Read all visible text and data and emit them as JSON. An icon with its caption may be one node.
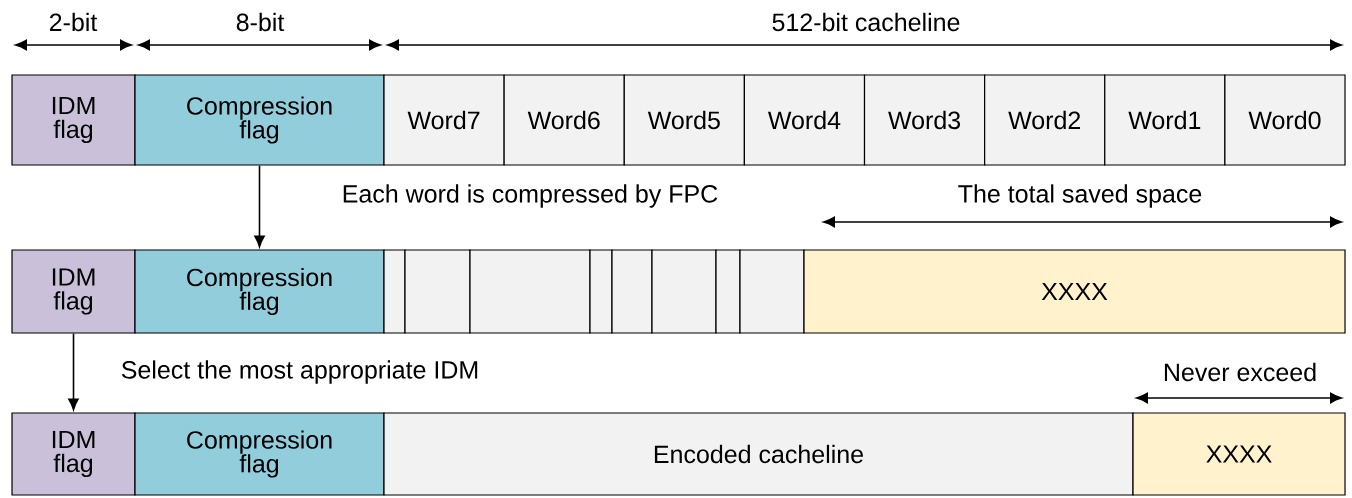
{
  "diagram": {
    "nodes": [
      {
        "text": [
          "IDM flag"
        ]
      },
      {
        "text": [
          "Compression flag"
        ]
      },
      {
        "text": [
          "Word7"
        ]
      },
      {
        "text": [
          "Word6"
        ]
      },
      {
        "text": [
          "Word5"
        ]
      },
      {
        "text": [
          "Word4"
        ]
      },
      {
        "text": [
          "Word3"
        ]
      },
      {
        "text": [
          "Word2"
        ]
      },
      {
        "text": [
          "Word1"
        ]
      },
      {
        "text": [
          "Word0"
        ]
      },
      {
        "text": [
          "IDM flag"
        ]
      },
      {
        "text": [
          "Compression flag"
        ]
      },
      {
        "text": [],
        "shape": "box"
      },
      {
        "text": [],
        "shape": "box"
      },
      {
        "text": [],
        "shape": "box"
      },
      {
        "text": [],
        "shape": "box"
      },
      {
        "text": [],
        "shape": "box"
      },
      {
        "text": [],
        "shape": "box"
      },
      {
        "text": [],
        "shape": "box"
      },
      {
        "text": [],
        "shape": "box"
      },
      {
        "text": [
          "XXXX"
        ]
      },
      {
        "text": [
          "IDM flag"
        ]
      },
      {
        "text": [
          "Compression flag"
        ]
      },
      {
        "text": [
          "Encoded cacheline"
        ]
      },
      {
        "text": [
          "XXXX"
        ]
      }
    ],
    "edges": [
      {
        "from": 1,
        "to": 11,
        "arrow": "to"
      },
      {
        "from": 10,
        "to": 21,
        "arrow": "to"
      }
    ],
    "labels": [
      "2-bit",
      "8-bit",
      "512-bit cacheline",
      "Each word is compressed by FPC",
      "The total saved space",
      "Select the most appropriate IDM",
      "Never exceed"
    ]
  }
}
